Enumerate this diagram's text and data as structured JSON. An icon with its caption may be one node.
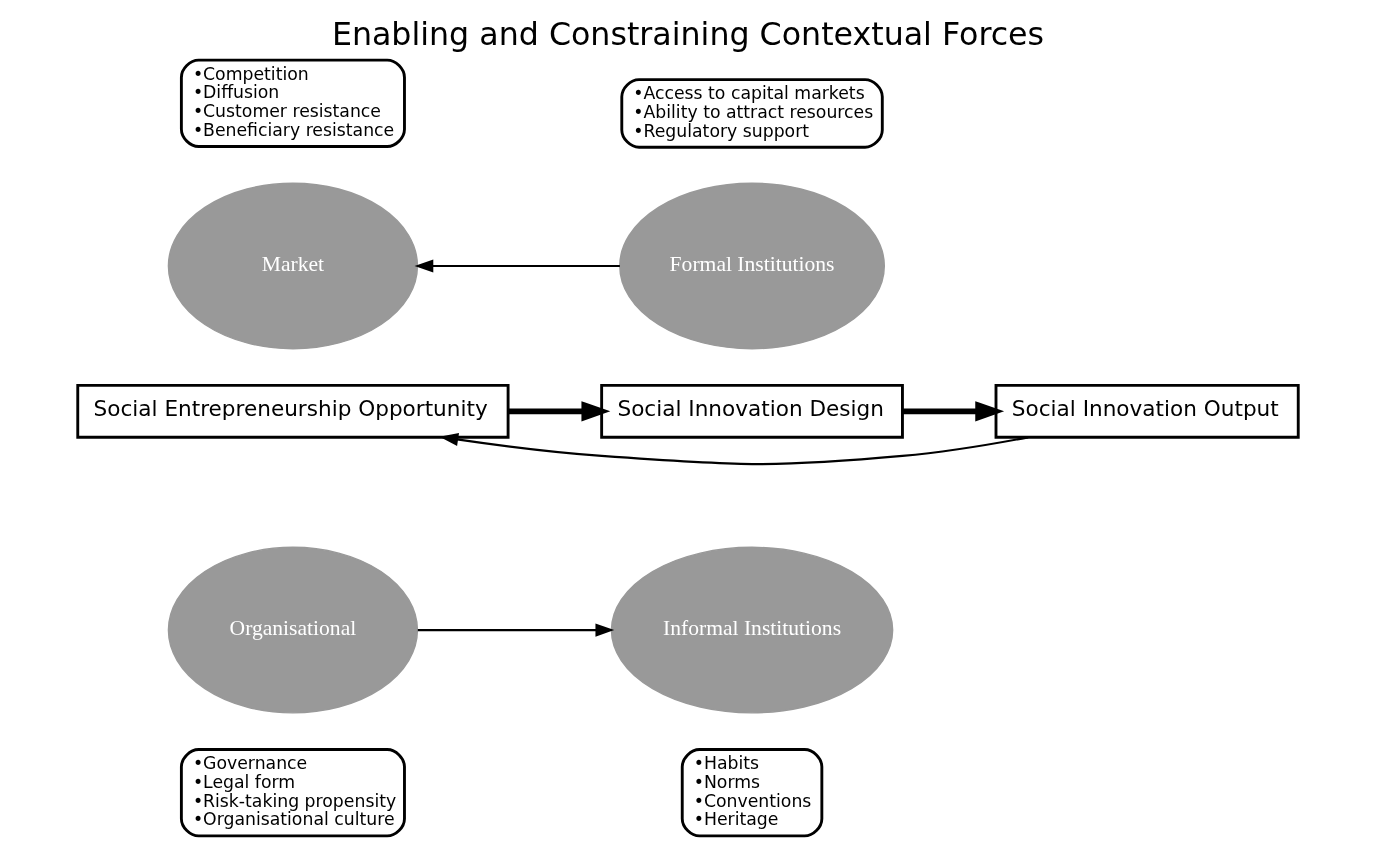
{
  "diagram": {
    "title": "Enabling and Constraining Contextual Forces",
    "nodes": [
      {
        "text": [
          "•Governance",
          "•Legal form",
          "•Risk-taking propensity",
          "•Organisational culture"
        ]
      },
      {
        "text": [
          "•Habits",
          "•Norms",
          "•Conventions",
          "•Heritage"
        ]
      },
      {
        "text": [
          "Organisational"
        ]
      },
      {
        "text": [
          "Informal Institutions"
        ]
      },
      {
        "text": [
          "Social Entrepreneurship Opportunity"
        ]
      },
      {
        "text": [
          "Social Innovation Design"
        ]
      },
      {
        "text": [
          "Social Innovation Output"
        ]
      },
      {
        "text": [
          "Market"
        ]
      },
      {
        "text": [
          "Formal Institutions"
        ]
      },
      {
        "text": [
          "•Competition",
          "•Diffusion",
          "•Customer resistance",
          "•Beneficiary resistance"
        ]
      },
      {
        "text": [
          "•Access to capital markets",
          "•Ability to attract resources",
          "•Regulatory support"
        ]
      }
    ],
    "edges": [
      {
        "from": 4,
        "to": 5,
        "arrow": "to",
        "style": "thick"
      },
      {
        "from": 5,
        "to": 6,
        "arrow": "to",
        "style": "thick"
      },
      {
        "from": 6,
        "to": 4,
        "arrow": "to"
      },
      {
        "from": 2,
        "to": 3,
        "arrow": "to"
      },
      {
        "from": 8,
        "to": 7,
        "arrow": "to"
      }
    ]
  }
}
